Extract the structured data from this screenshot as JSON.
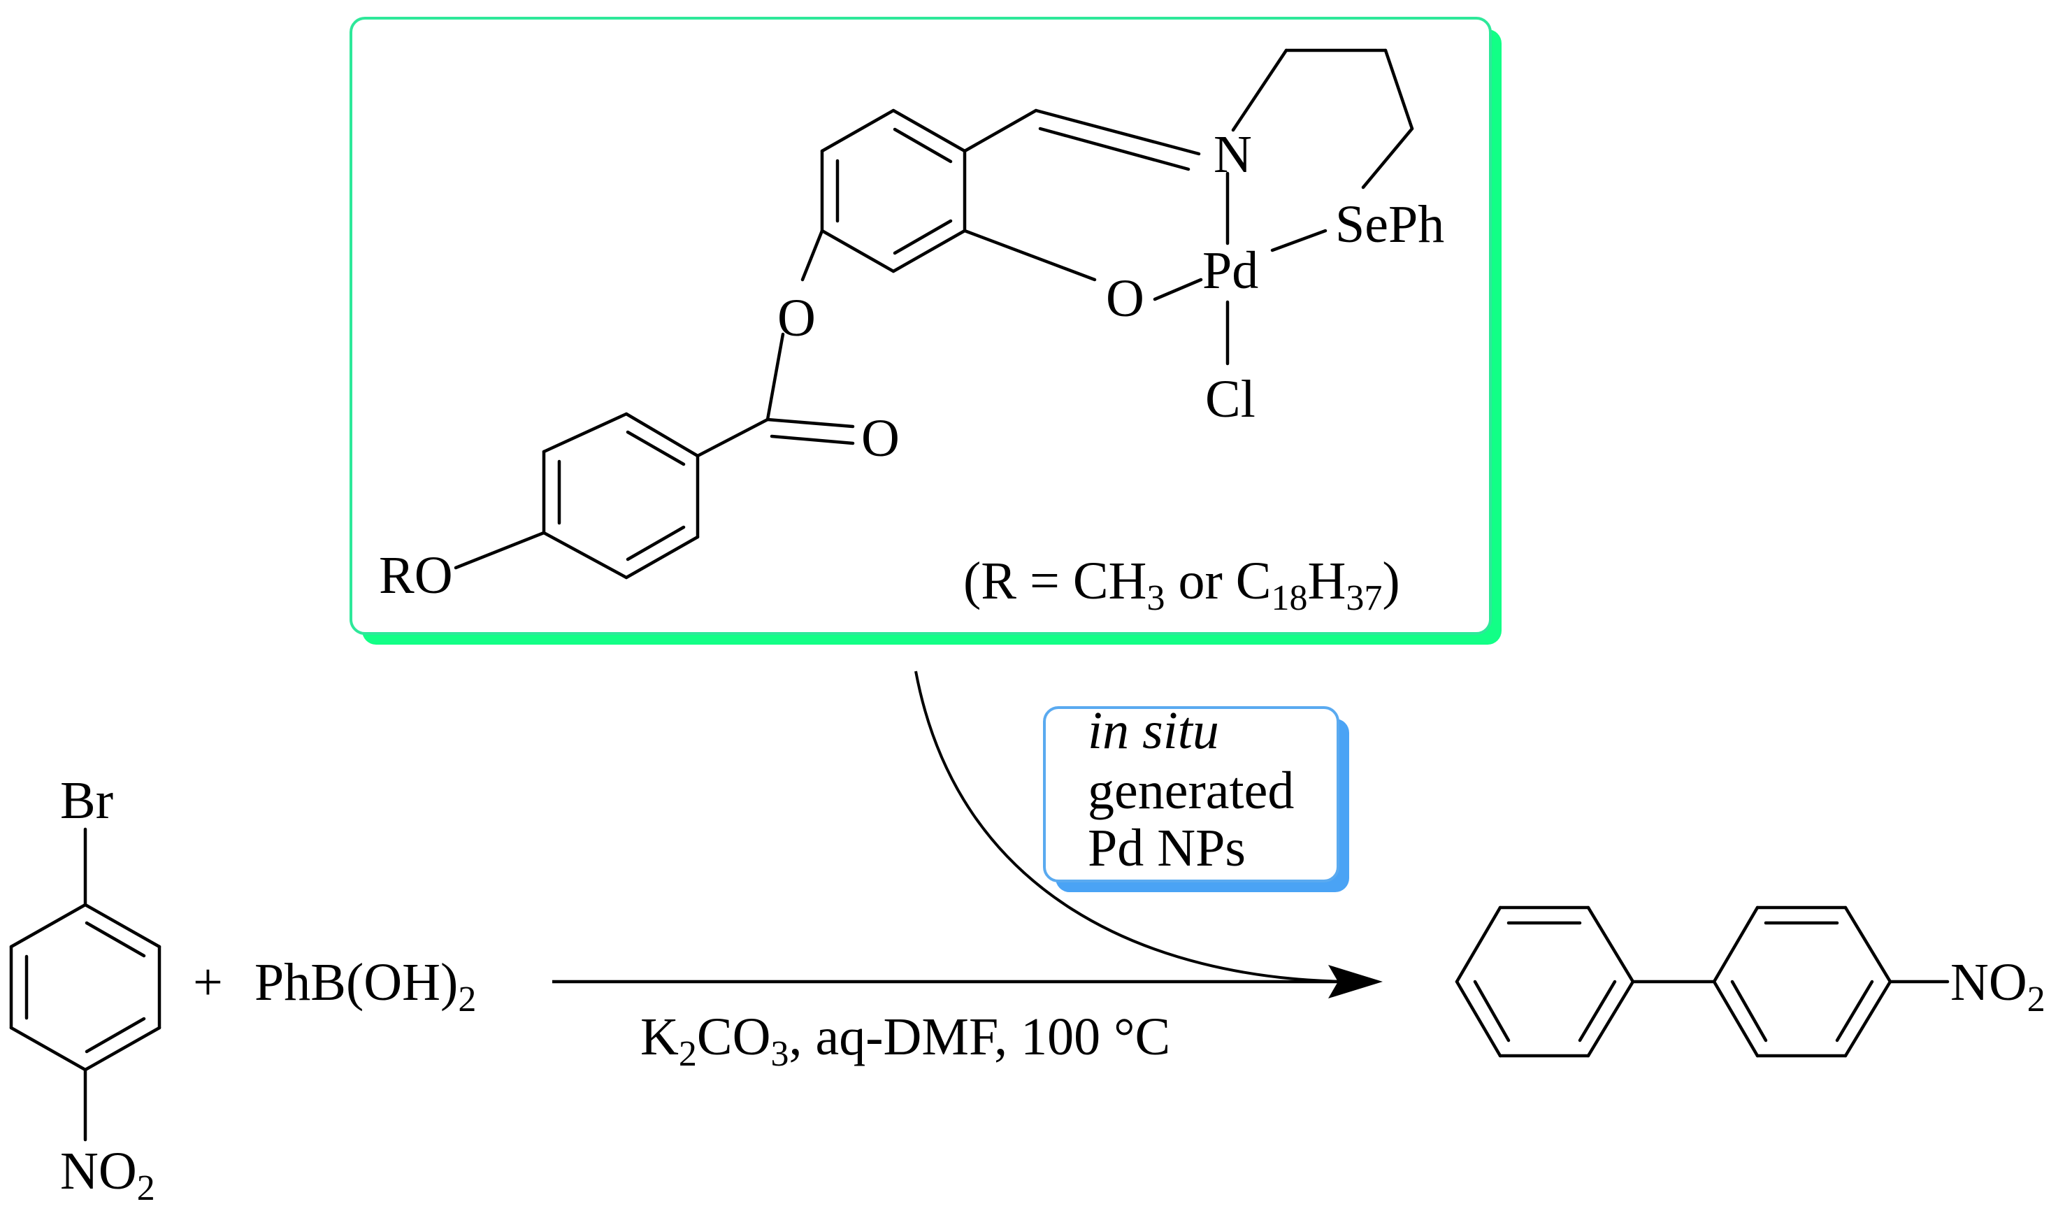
{
  "colors": {
    "catalyst_box_border": "#2ee89a",
    "catalyst_box_shadow": "#12ff86",
    "tag_box_border": "#5aaaf0",
    "tag_box_shadow": "#4aa3f5",
    "ink": "#000000"
  },
  "catalyst": {
    "atoms": {
      "n": "N",
      "sePh": "SePh",
      "pd": "Pd",
      "o_chelate": "O",
      "cl": "Cl",
      "o_ester": "O",
      "o_carbonyl": "O",
      "ro": "RO"
    },
    "r_note": {
      "open": "(R = CH",
      "sub1": "3",
      "mid": " or C",
      "sub2": "18",
      "h": "H",
      "sub3": "37",
      "close": ")"
    }
  },
  "tag": {
    "line1": "in situ",
    "line2": "generated",
    "line3": "Pd NPs"
  },
  "reactant": {
    "br": "Br",
    "no2_main": "NO",
    "no2_sub": "2"
  },
  "reagent": {
    "plus": "+",
    "text": "PhB(OH)",
    "sub": "2"
  },
  "conditions": {
    "k": "K",
    "sub1": "2",
    "co": "CO",
    "sub2": "3",
    "rest": ", aq-DMF, 100 °C"
  },
  "product": {
    "no2_main": "NO",
    "no2_sub": "2"
  }
}
